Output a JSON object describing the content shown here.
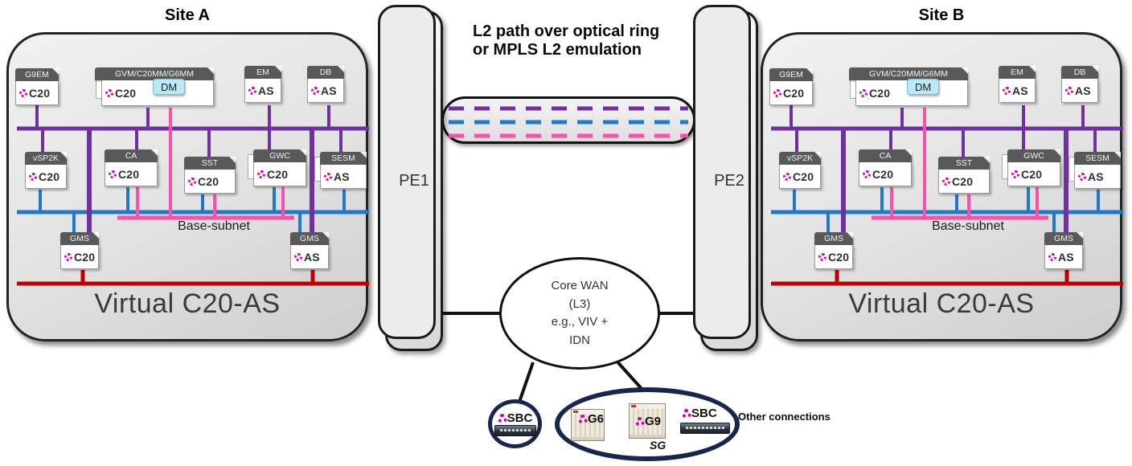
{
  "colors": {
    "purple_bus": "#7030a0",
    "blue_bus": "#1f78c8",
    "pink_bus": "#ff4fa8",
    "red_bus": "#c00000",
    "navy_ellipse": "#17264d",
    "dm_cyan": "#b9e9f4",
    "tab_gray": "#595959",
    "logo_magenta": "#cf00b5"
  },
  "site_a": {
    "title": "Site A",
    "base_subnet": "Base-subnet",
    "caption": "Virtual C20-AS",
    "nodes": [
      {
        "tab": "G9EM",
        "type": "C20"
      },
      {
        "tab": "GVM/C20MM/G6MM",
        "type": "C20",
        "badge": "DM"
      },
      {
        "tab": "EM",
        "type": "AS"
      },
      {
        "tab": "DB",
        "type": "AS"
      },
      {
        "tab": "vSP2K",
        "type": "C20"
      },
      {
        "tab": "CA",
        "type": "C20"
      },
      {
        "tab": "SST",
        "type": "C20"
      },
      {
        "tab": "GWC",
        "type": "C20"
      },
      {
        "tab": "SESM",
        "type": "AS"
      },
      {
        "tab": "GMS",
        "type": "C20"
      },
      {
        "tab": "GMS",
        "type": "AS"
      }
    ]
  },
  "site_b": {
    "title": "Site B",
    "base_subnet": "Base-subnet",
    "caption": "Virtual C20-AS",
    "nodes": [
      {
        "tab": "G9EM",
        "type": "C20"
      },
      {
        "tab": "GVM/C20MM/G6MM",
        "type": "C20",
        "badge": "DM"
      },
      {
        "tab": "EM",
        "type": "AS"
      },
      {
        "tab": "DB",
        "type": "AS"
      },
      {
        "tab": "vSP2K",
        "type": "C20"
      },
      {
        "tab": "CA",
        "type": "C20"
      },
      {
        "tab": "SST",
        "type": "C20"
      },
      {
        "tab": "GWC",
        "type": "C20"
      },
      {
        "tab": "SESM",
        "type": "AS"
      },
      {
        "tab": "GMS",
        "type": "C20"
      },
      {
        "tab": "GMS",
        "type": "AS"
      }
    ]
  },
  "pe1": {
    "label": "PE1"
  },
  "pe2": {
    "label": "PE2"
  },
  "l2_path": {
    "line1": "L2 path over optical ring",
    "line2": "or MPLS L2 emulation"
  },
  "core_wan": {
    "line1": "Core WAN",
    "line2": "(L3)",
    "line3": "e.g., VIV +",
    "line4": "IDN"
  },
  "bottom": {
    "sbc_left": "SBC",
    "g6": "G6",
    "g9": "G9",
    "sg": "SG",
    "sbc_right": "SBC",
    "other_connections": "Other connections"
  }
}
